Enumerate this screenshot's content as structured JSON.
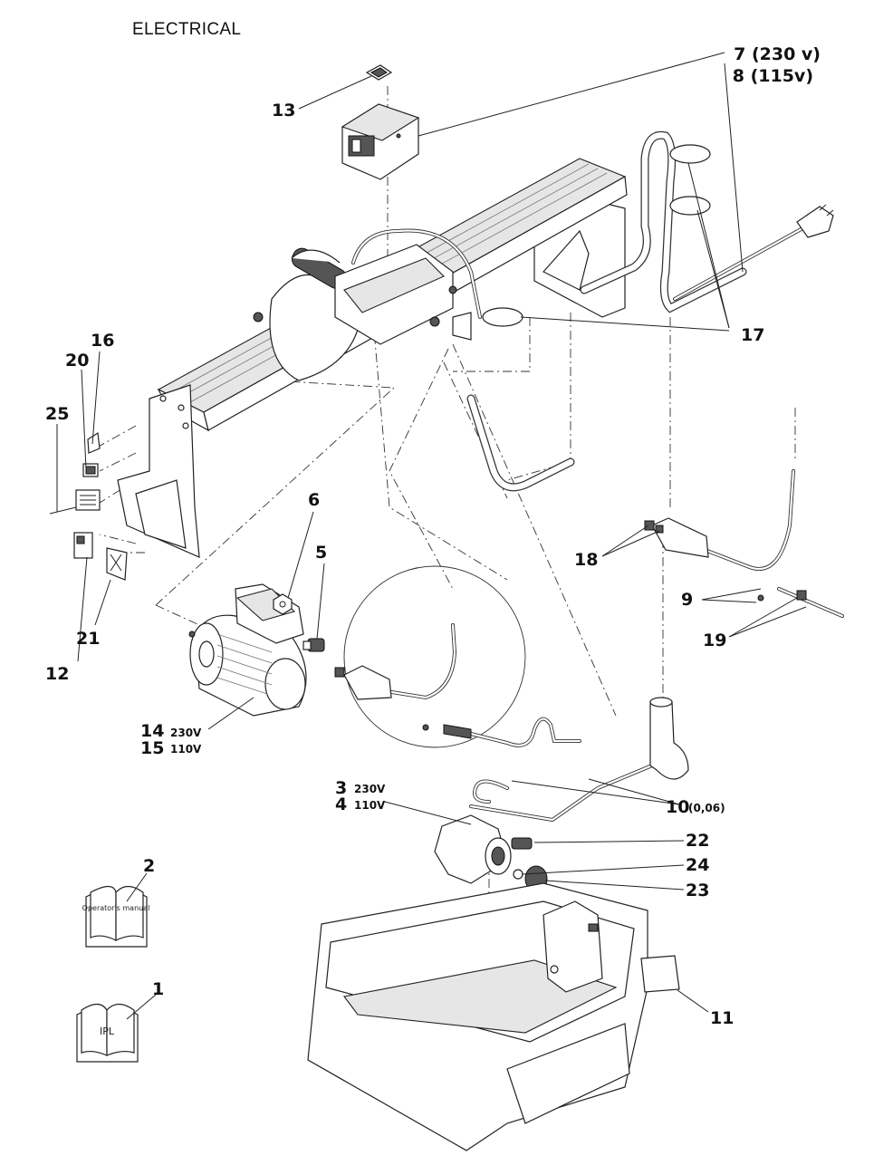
{
  "title": "ELECTRICAL",
  "labels": {
    "l1": "1",
    "l2": "2",
    "l3": "3",
    "l3v": "230V",
    "l4": "4",
    "l4v": "110V",
    "l5": "5",
    "l6": "6",
    "l7": "7 (230 v)",
    "l8": "8 (115v)",
    "l9": "9",
    "l10": "10",
    "l10n": "(0,06)",
    "l11": "11",
    "l12": "12",
    "l13": "13",
    "l14": "14",
    "l14v": "230V",
    "l15": "15",
    "l15v": "110V",
    "l16": "16",
    "l17": "17",
    "l18": "18",
    "l19": "19",
    "l20": "20",
    "l21": "21",
    "l22": "22",
    "l23": "23",
    "l24": "24",
    "l25": "25"
  },
  "books": {
    "operators_manual": "Operator's manual",
    "ipl": "IPL"
  }
}
